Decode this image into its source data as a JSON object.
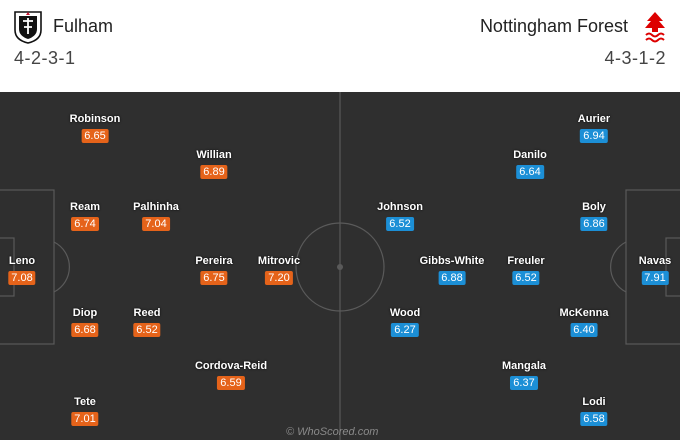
{
  "home": {
    "name": "Fulham",
    "formation": "4-2-3-1",
    "players": [
      {
        "name": "Robinson",
        "rating": "6.65"
      },
      {
        "name": "Willian",
        "rating": "6.89"
      },
      {
        "name": "Ream",
        "rating": "6.74"
      },
      {
        "name": "Palhinha",
        "rating": "7.04"
      },
      {
        "name": "Leno",
        "rating": "7.08"
      },
      {
        "name": "Pereira",
        "rating": "6.75"
      },
      {
        "name": "Mitrovic",
        "rating": "7.20"
      },
      {
        "name": "Diop",
        "rating": "6.68"
      },
      {
        "name": "Reed",
        "rating": "6.52"
      },
      {
        "name": "Cordova-Reid",
        "rating": "6.59"
      },
      {
        "name": "Tete",
        "rating": "7.01"
      }
    ]
  },
  "away": {
    "name": "Nottingham Forest",
    "formation": "4-3-1-2",
    "players": [
      {
        "name": "Aurier",
        "rating": "6.94"
      },
      {
        "name": "Danilo",
        "rating": "6.64"
      },
      {
        "name": "Johnson",
        "rating": "6.52"
      },
      {
        "name": "Boly",
        "rating": "6.86"
      },
      {
        "name": "Gibbs-White",
        "rating": "6.88"
      },
      {
        "name": "Freuler",
        "rating": "6.52"
      },
      {
        "name": "Navas",
        "rating": "7.91"
      },
      {
        "name": "Wood",
        "rating": "6.27"
      },
      {
        "name": "McKenna",
        "rating": "6.40"
      },
      {
        "name": "Mangala",
        "rating": "6.37"
      },
      {
        "name": "Lodi",
        "rating": "6.58"
      }
    ]
  },
  "watermark": "© WhoScored.com",
  "colors": {
    "home_rating": "#e5631a",
    "away_rating": "#1c8fd6",
    "pitch": "#2f2f2f",
    "lines": "#5a5a5a"
  },
  "icons": {
    "home_crest": "fulham-crest-icon",
    "away_crest": "nottingham-forest-crest-icon"
  }
}
